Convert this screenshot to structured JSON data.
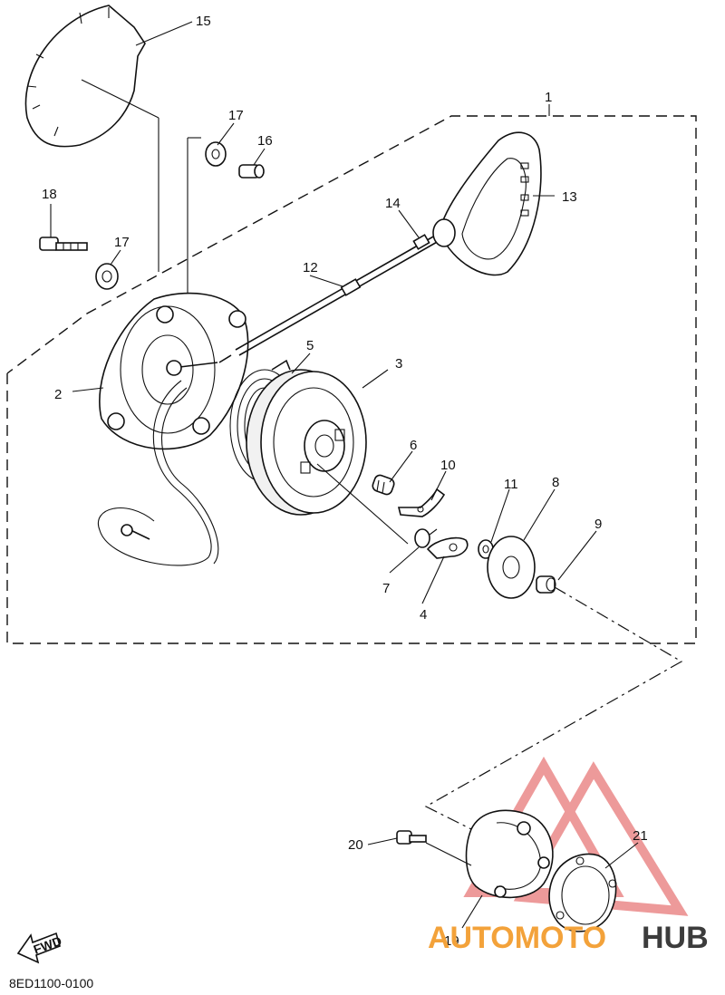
{
  "diagram": {
    "drawing_code": "8ED1100-0100",
    "fwd_label": "FWD",
    "callouts": [
      "1",
      "2",
      "3",
      "4",
      "5",
      "6",
      "7",
      "8",
      "9",
      "10",
      "11",
      "12",
      "13",
      "14",
      "15",
      "16",
      "17",
      "17",
      "18",
      "19",
      "20",
      "21"
    ]
  },
  "watermark": {
    "word_orange": "AUTOMOTO",
    "word_dark": "HUB",
    "colors": {
      "orange": "#f3a23a",
      "red": "#e04848",
      "dark": "#3c3c3c"
    }
  }
}
